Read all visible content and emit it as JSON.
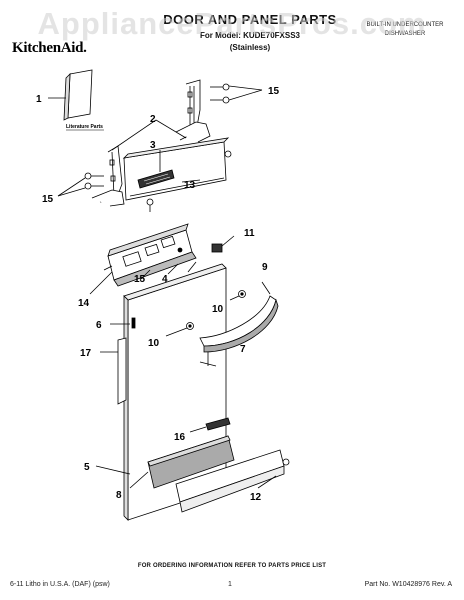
{
  "header": {
    "watermark": "AppliancePartsPros.com",
    "brand": "KitchenAid.",
    "title": "DOOR AND PANEL PARTS",
    "model": "For Model: KUDE70FXSS3",
    "variant": "(Stainless)",
    "product_line1": "BUILT-IN UNDERCOUNTER",
    "product_line2": "DISHWASHER"
  },
  "diagram": {
    "callouts": {
      "c1": "1",
      "c2": "2",
      "c3": "3",
      "c4": "4",
      "c5": "5",
      "c6": "6",
      "c7": "7",
      "c8": "8",
      "c9": "9",
      "c10a": "10",
      "c10b": "10",
      "c11": "11",
      "c12": "12",
      "c13": "13",
      "c14": "14",
      "c15a": "15",
      "c15b": "15",
      "c15c": "15",
      "c16": "16",
      "c17": "17"
    },
    "literature_label": "Literature Parts"
  },
  "footer": {
    "ordering": "FOR ORDERING INFORMATION REFER TO PARTS PRICE LIST",
    "left": "6-11 Litho in U.S.A. (DAF) (psw)",
    "page": "1",
    "part_no": "Part No. W10428976 Rev. A"
  }
}
